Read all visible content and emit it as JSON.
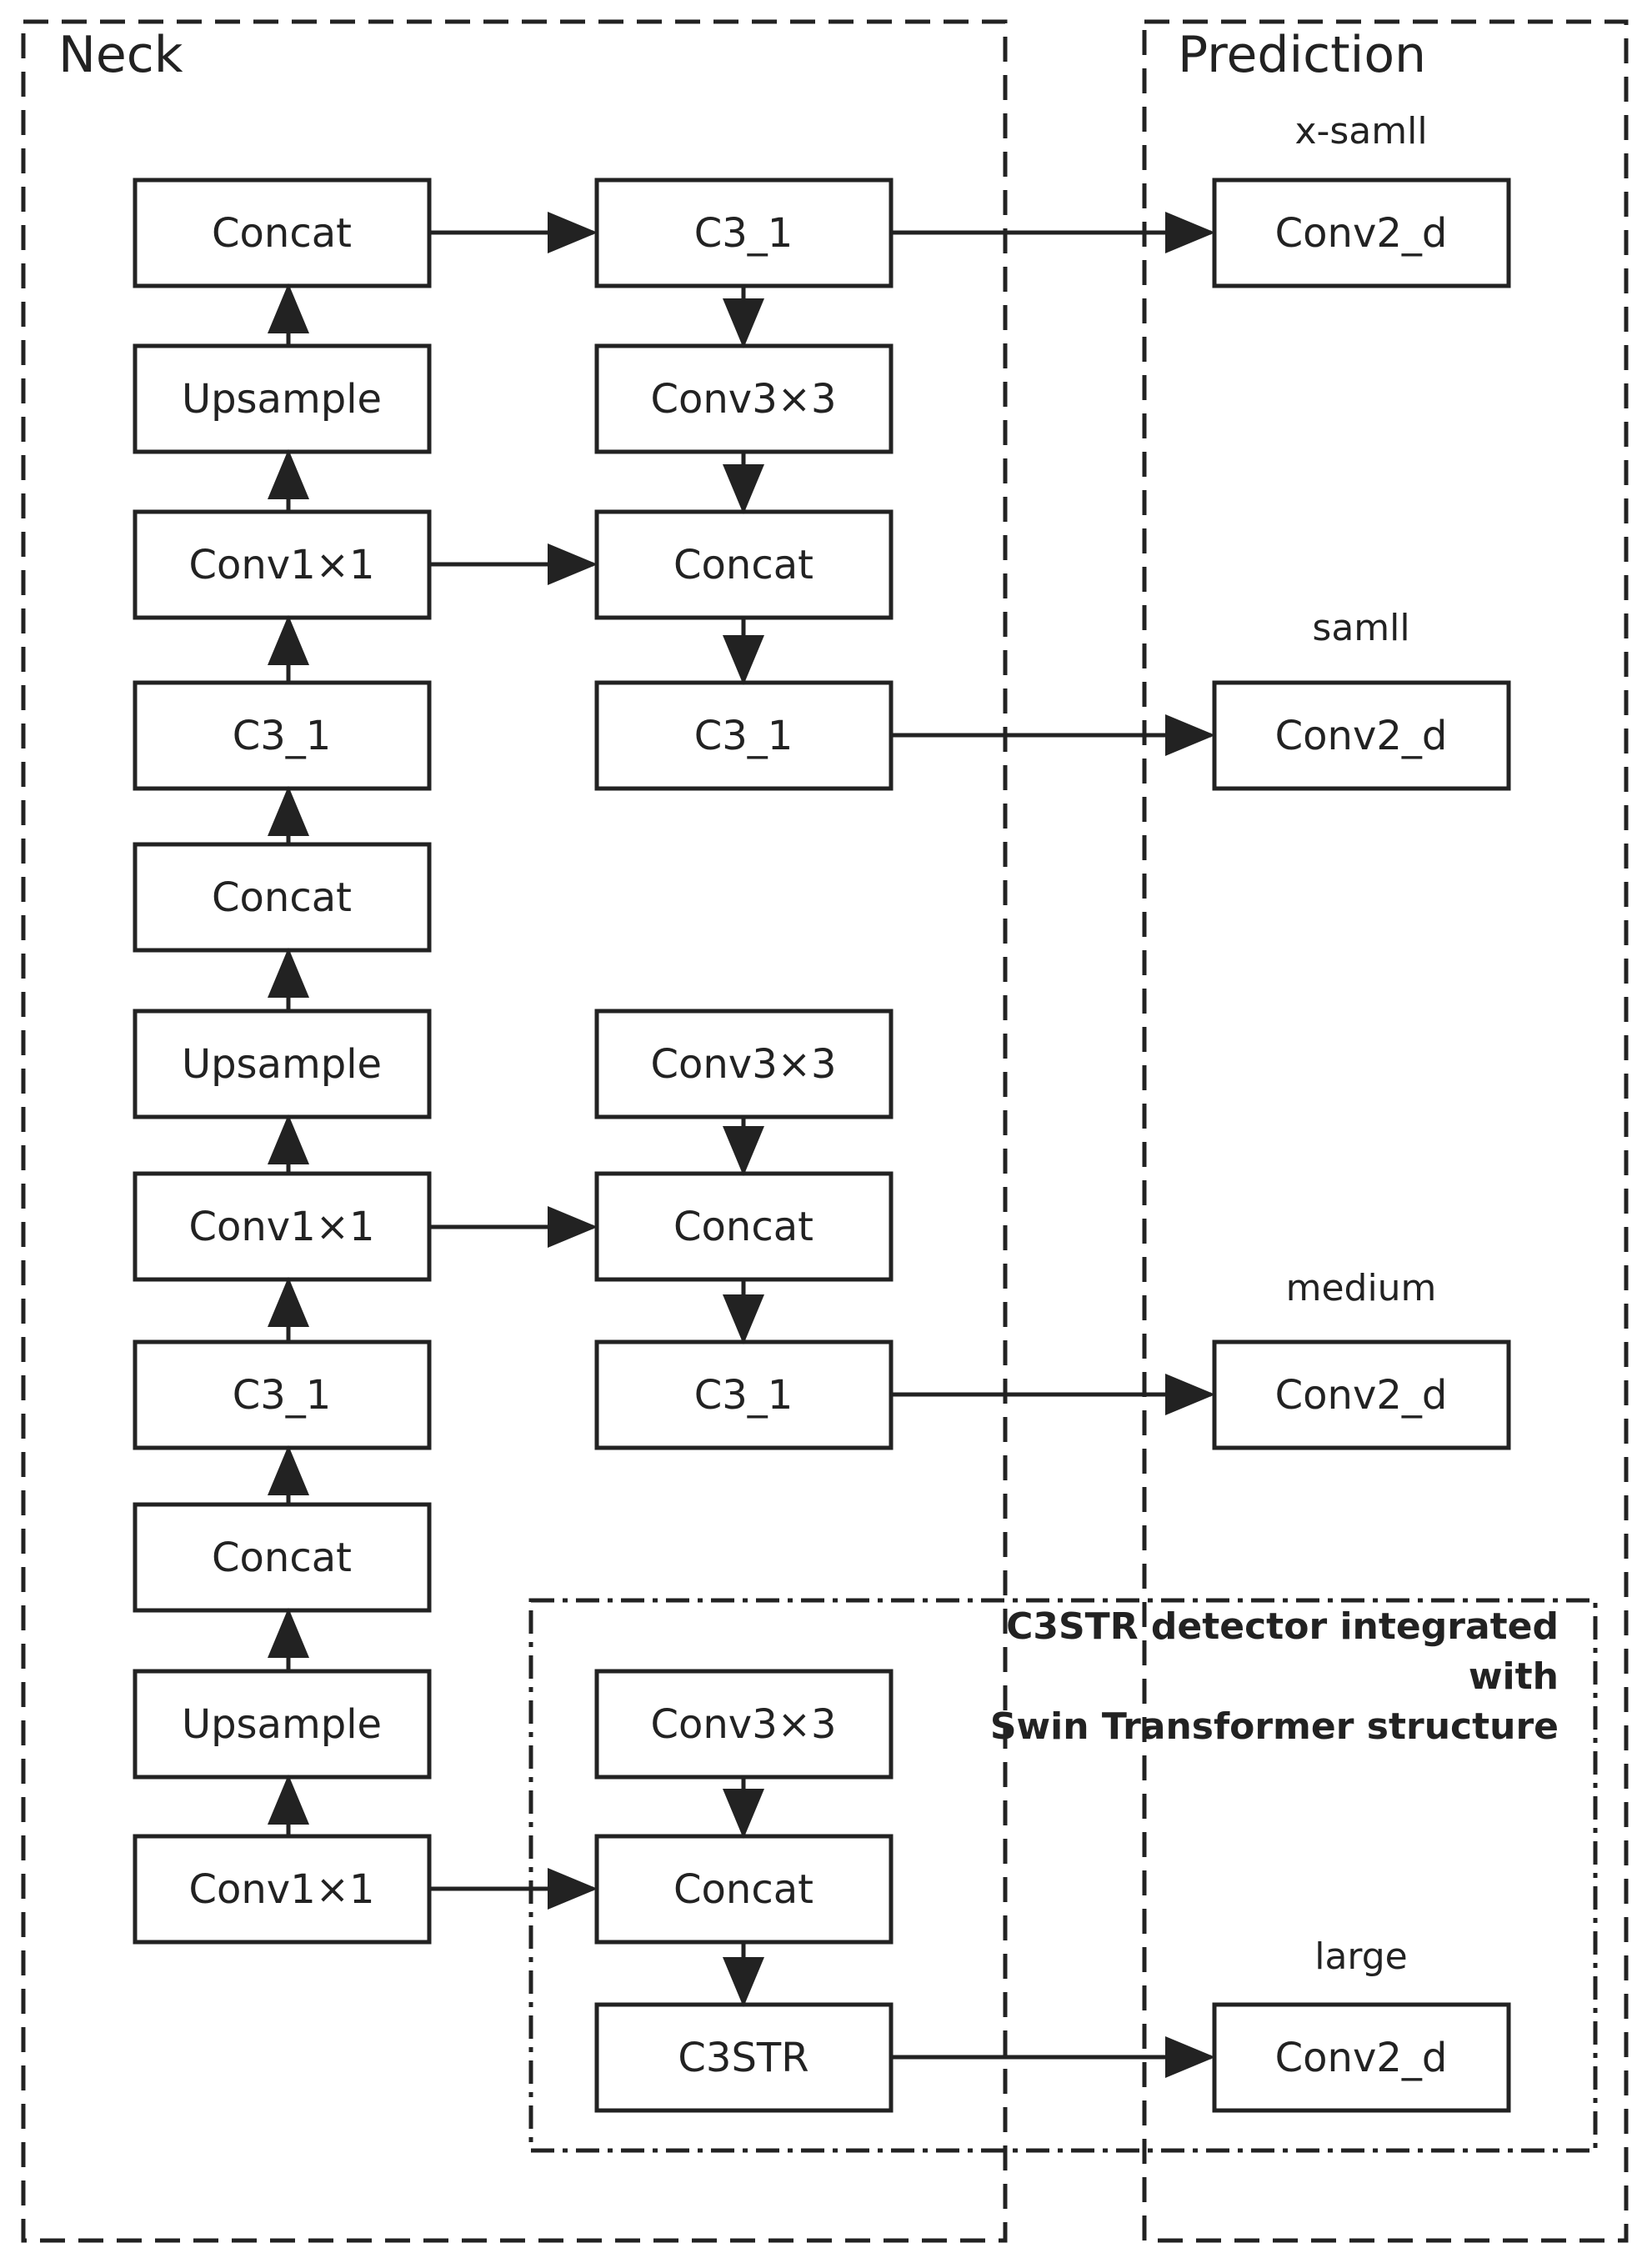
{
  "sections": {
    "neck": "Neck",
    "prediction": "Prediction"
  },
  "highlight_region": {
    "lines": [
      "C3STR detector integrated",
      "with",
      "Swin Transformer structure"
    ]
  },
  "scale_labels": {
    "x_small": "x-samll",
    "small": "samll",
    "medium": "medium",
    "large": "large"
  },
  "nodes": {
    "l1": "Concat",
    "l2": "Upsample",
    "l3": "Conv1×1",
    "l4": "C3_1",
    "l5": "Concat",
    "l6": "Upsample",
    "l7": "Conv1×1",
    "l8": "C3_1",
    "l9": "Concat",
    "l10": "Upsample",
    "l11": "Conv1×1",
    "m1": "C3_1",
    "m2": "Conv3×3",
    "m3": "Concat",
    "m4": "C3_1",
    "m5": "Conv3×3",
    "m6": "Concat",
    "m7": "C3_1",
    "m8": "Conv3×3",
    "m9": "Concat",
    "m10": "C3STR",
    "r1": "Conv2_d",
    "r2": "Conv2_d",
    "r3": "Conv2_d",
    "r4": "Conv2_d"
  },
  "colors": {
    "stroke": "#222222",
    "background": "#ffffff"
  }
}
